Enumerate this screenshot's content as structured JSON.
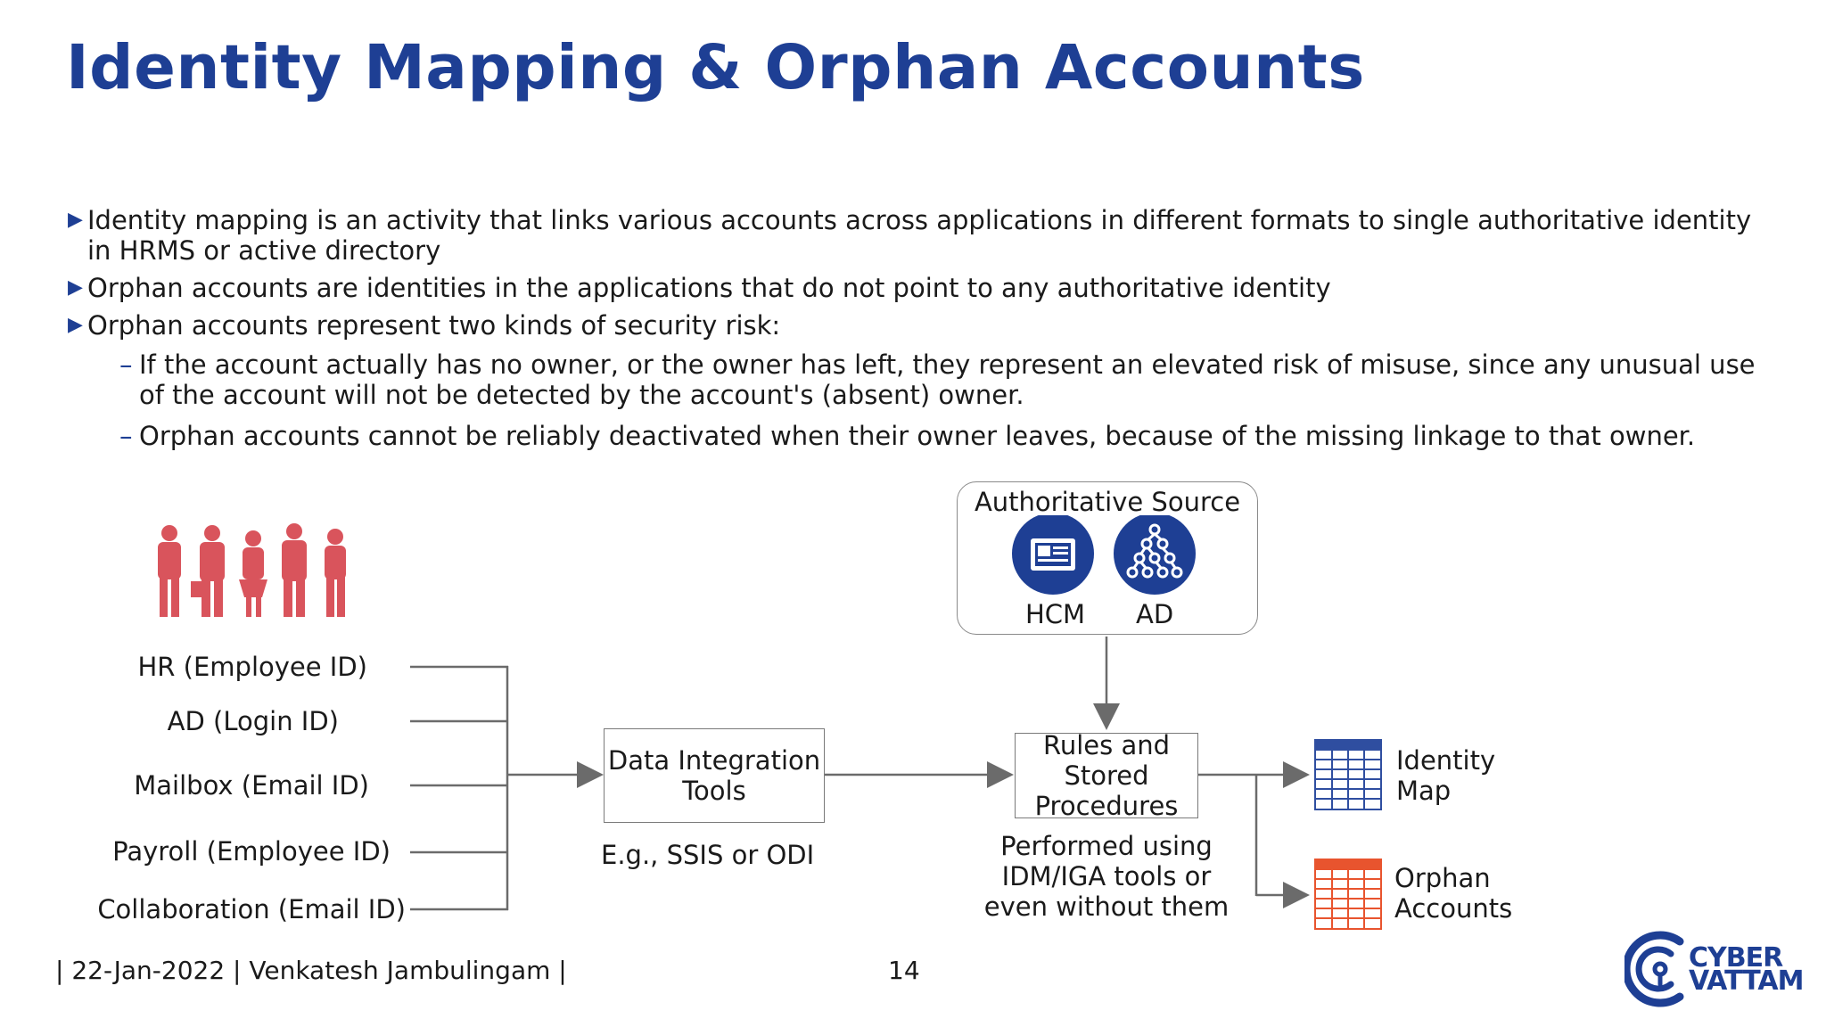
{
  "title": "Identity Mapping & Orphan Accounts",
  "bullets": [
    "Identity mapping is an activity that links various accounts across applications in different formats to single authoritative identity in HRMS or active directory",
    "Orphan accounts are identities in the applications that do not point to any authoritative identity",
    "Orphan accounts represent two kinds of security risk:"
  ],
  "sub_bullets": [
    "If the account actually has no owner, or the owner has left, they represent an elevated risk of misuse, since any unusual use of the account will not be detected by the account's (absent) owner.",
    "Orphan accounts cannot be reliably deactivated when their owner leaves, because of the missing linkage to that owner."
  ],
  "diagram": {
    "sources": [
      "HR (Employee ID)",
      "AD (Login ID)",
      "Mailbox (Email ID)",
      "Payroll (Employee ID)",
      "Collaboration (Email ID)"
    ],
    "integration_box": "Data Integration Tools",
    "integration_note": "E.g., SSIS or ODI",
    "auth_source": {
      "title": "Authoritative Source",
      "items": [
        "HCM",
        "AD"
      ]
    },
    "rules_box": "Rules and Stored Procedures",
    "rules_note": "Performed using IDM/IGA tools or even without them",
    "outputs": [
      "Identity Map",
      "Orphan Accounts"
    ],
    "colors": {
      "accent": "#1e3f94",
      "people": "#d9545c",
      "orphan_table": "#e8542e",
      "identity_table": "#2f4ea0"
    }
  },
  "footer": {
    "left": "| 22-Jan-2022 | Venkatesh Jambulingam |",
    "page": "14"
  },
  "logo": {
    "line1": "CYBER",
    "line2": "VATTAM"
  }
}
